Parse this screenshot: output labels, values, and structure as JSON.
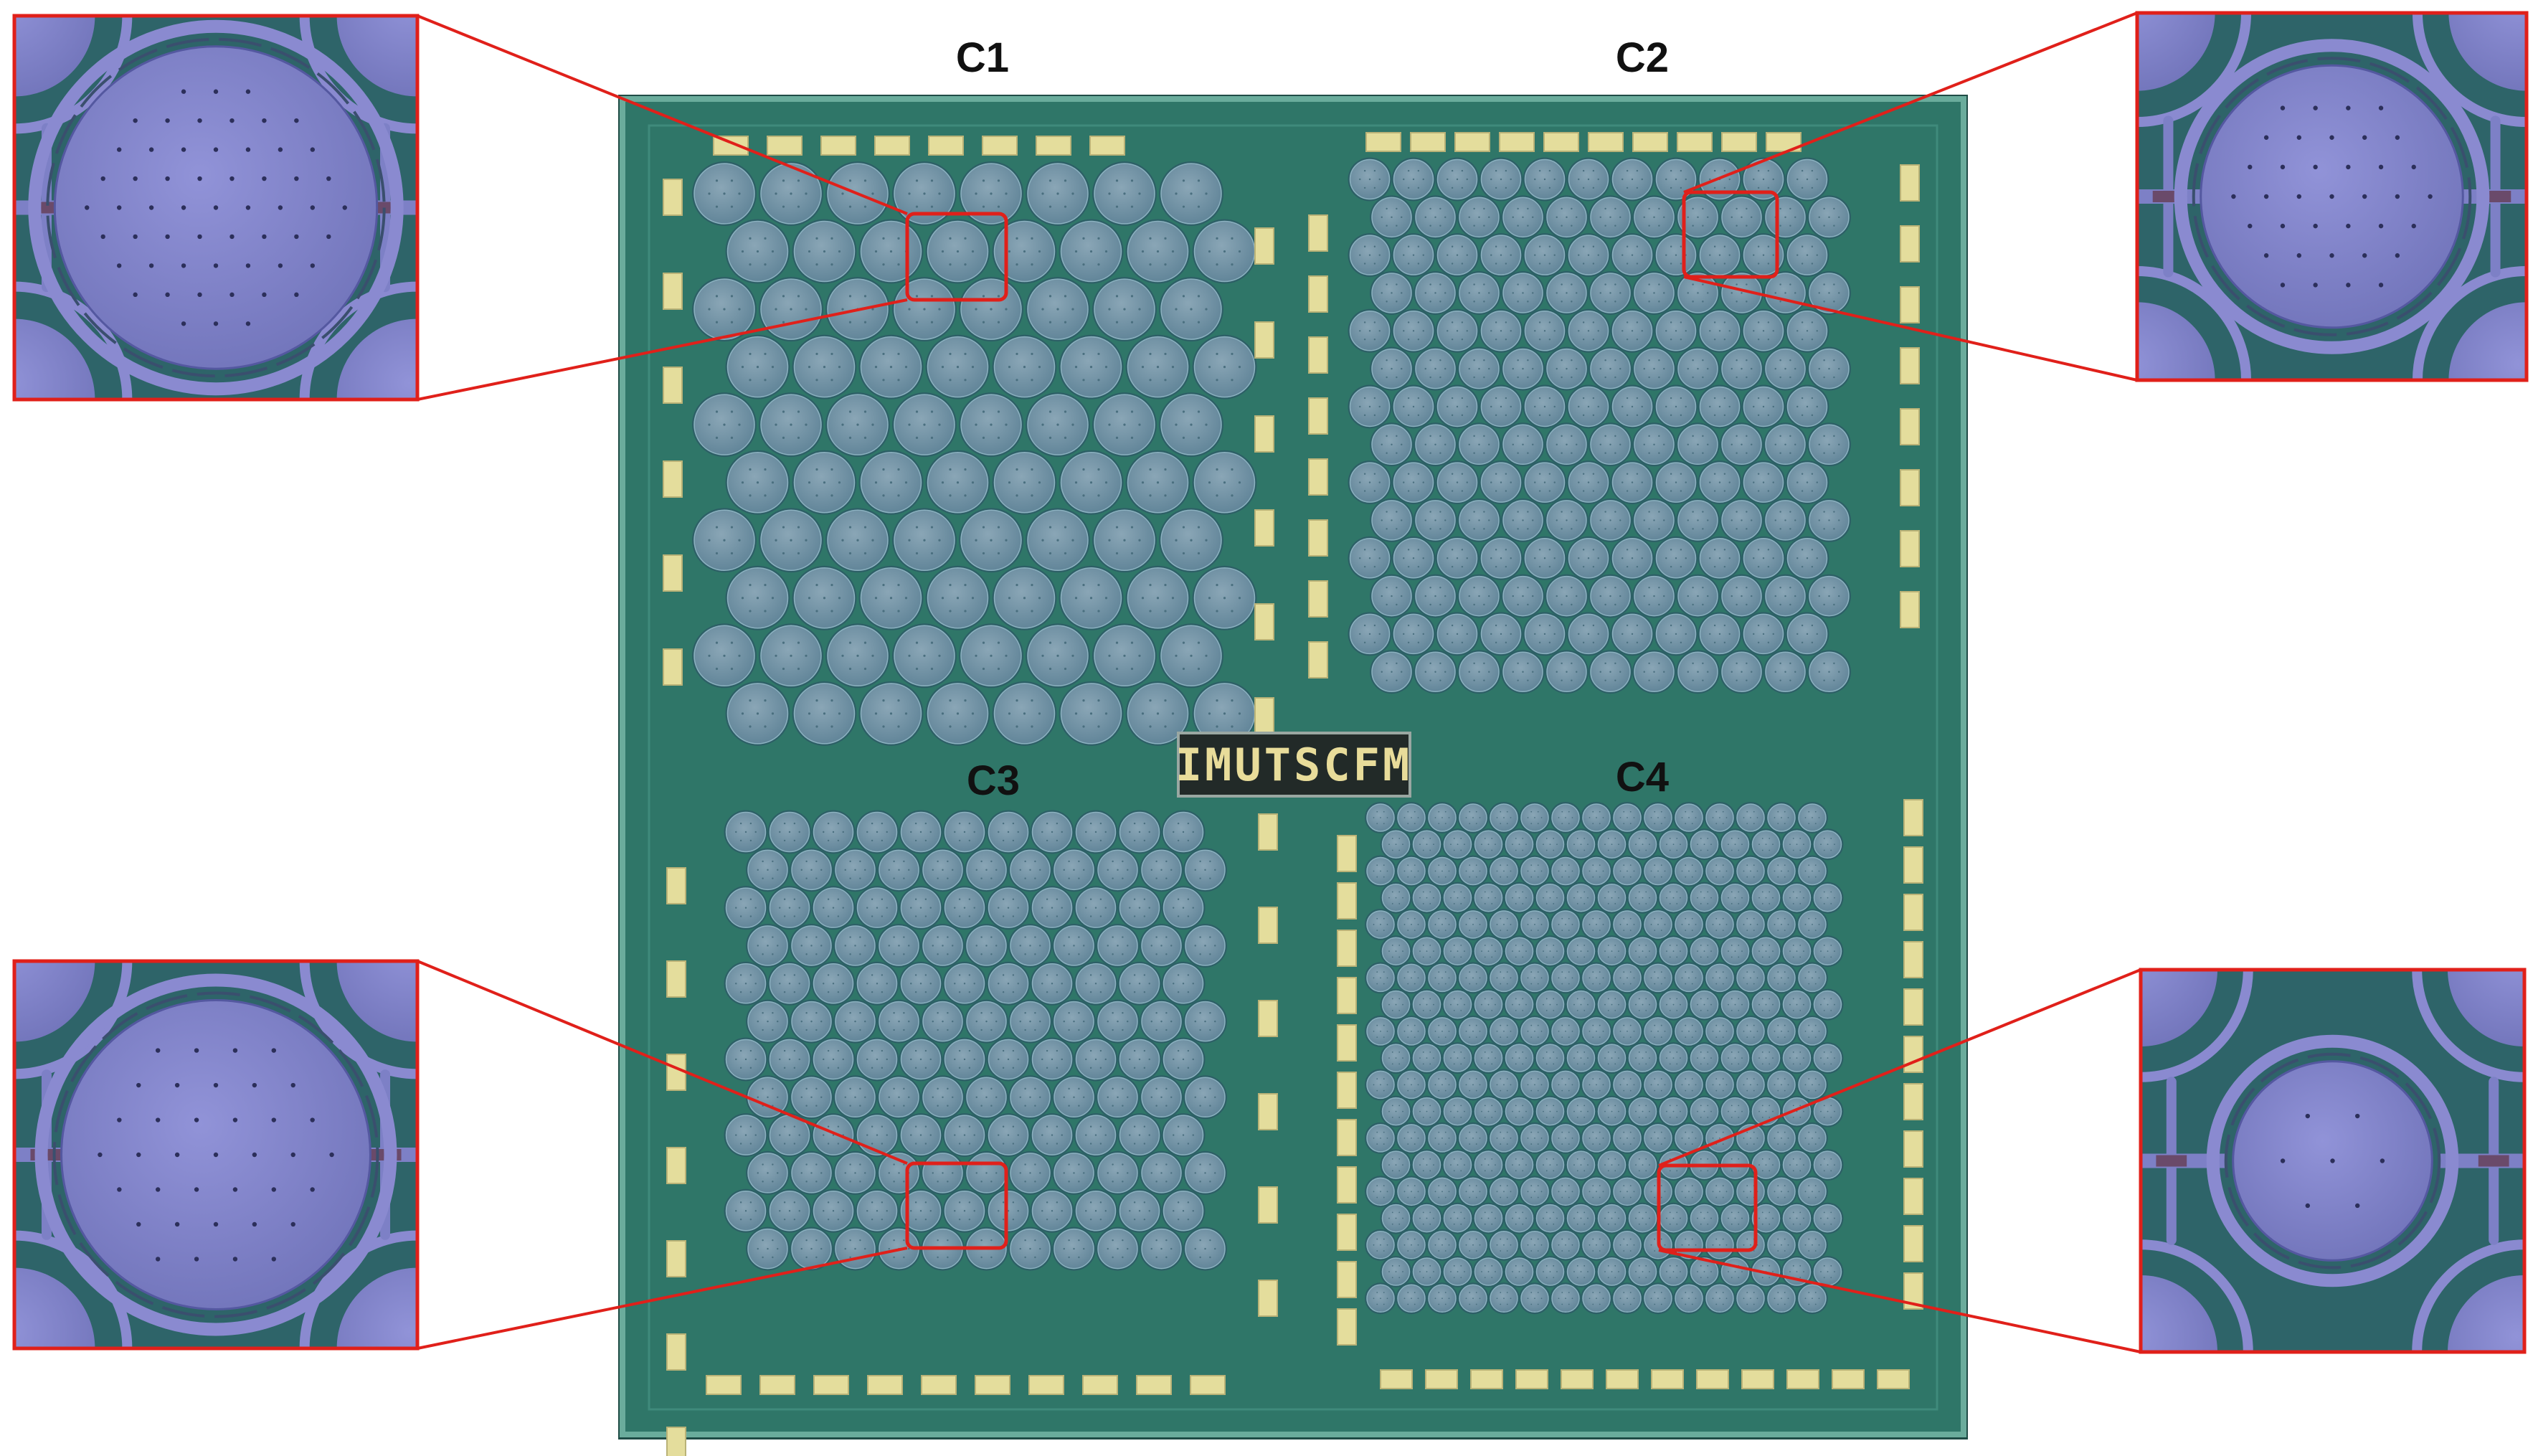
{
  "chip": {
    "logo_text": "IMUTSCFM",
    "regions": [
      {
        "label": "C1"
      },
      {
        "label": "C2"
      },
      {
        "label": "C3"
      },
      {
        "label": "C4"
      }
    ]
  },
  "colors": {
    "substrate": "#2f7668",
    "die_border": "#5fa394",
    "membrane_fill": "#6f93a6",
    "membrane_ring": "#2d5f66",
    "bond_pad": "#e4dd9c",
    "inset_background": "#2e6469",
    "inset_membrane": "#7c7fc4",
    "inset_ring": "#8a8ad0",
    "highlight_box": "#e0201a",
    "label_text": "#111111"
  }
}
